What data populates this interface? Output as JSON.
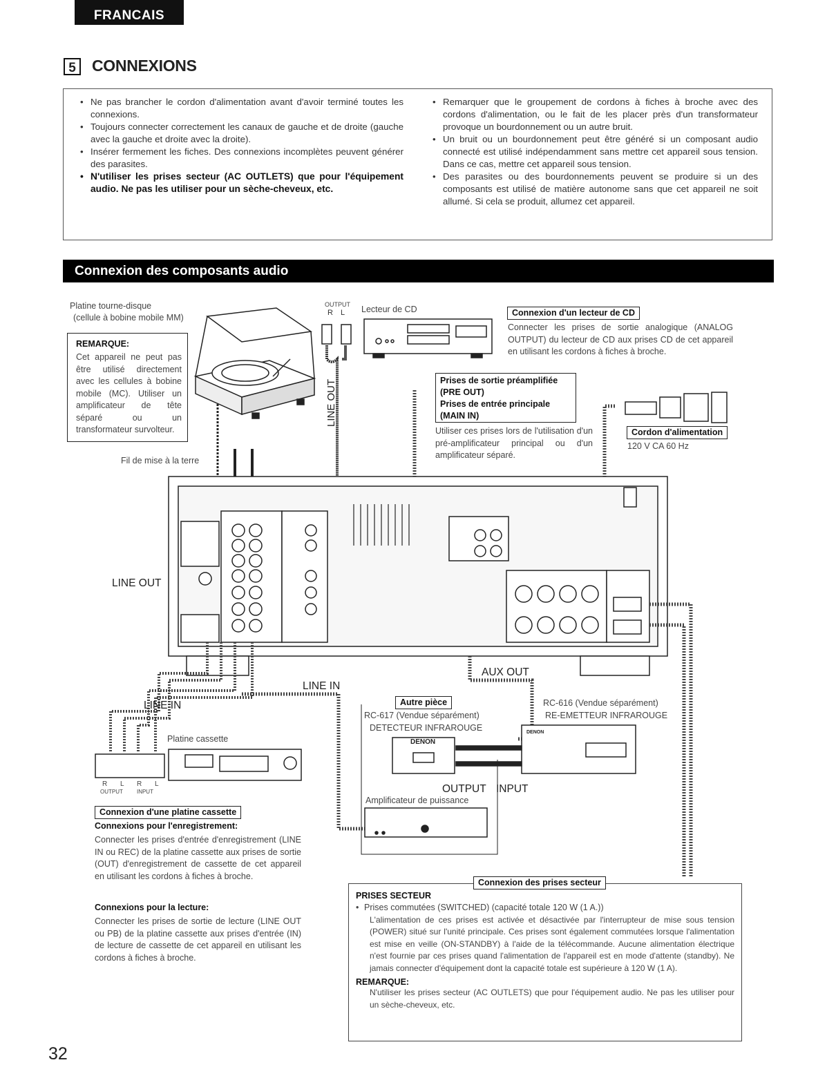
{
  "header": {
    "language": "FRANCAIS",
    "section_number": "5",
    "section_title": "CONNEXIONS"
  },
  "notes": {
    "left": [
      "Ne pas brancher le cordon d'alimentation avant d'avoir terminé toutes les connexions.",
      "Toujours connecter correctement les canaux de gauche et de droite (gauche avec la gauche et droite avec la droite).",
      "Insérer fermement les fiches. Des connexions incomplètes peuvent générer des parasites."
    ],
    "left_bold": "N'utiliser les prises secteur (AC OUTLETS) que pour l'équipement audio. Ne pas les utiliser pour un sèche-cheveux, etc.",
    "right": [
      "Remarquer que le groupement de cordons à fiches à broche avec des cordons d'alimentation, ou le fait de les placer près d'un transformateur provoque un bourdonnement ou un autre bruit.",
      "Un bruit ou un bourdonnement peut être généré si un composant audio connecté est utilisé indépendamment sans mettre cet appareil sous tension. Dans ce cas, mettre cet appareil sous tension.",
      "Des parasites ou des bourdonnements peuvent se produire si un des composants est utilisé de matière autonome sans que cet appareil ne soit allumé. Si cela se produit, allumez cet appareil."
    ]
  },
  "band_title": "Connexion des composants audio",
  "turntable": {
    "label1": "Platine tourne-disque",
    "label2": "(cellule à bobine mobile MM)",
    "remark_title": "REMARQUE:",
    "remark_text": "Cet appareil ne peut pas être utilisé directement avec les cellules à bobine mobile (MC). Utiliser un amplificateur de tête séparé ou un transformateur survolteur.",
    "ground": "Fil de mise à la terre"
  },
  "cd": {
    "output": "OUTPUT",
    "rl": "R L",
    "label": "Lecteur de CD",
    "box": "Connexion d'un lecteur de CD",
    "text": "Connecter les prises de sortie analogique (ANALOG OUTPUT) du lecteur de CD aux prises CD de cet appareil en utilisant les cordons à fiches à broche."
  },
  "preout": {
    "line1": "Prises de sortie préamplifiée",
    "line2": "(PRE OUT)",
    "line3": "Prises de entrée principale",
    "line4": "(MAIN IN)",
    "text": "Utiliser ces prises lors de l'utilisation d'un pré-amplificateur principal ou d'un amplificateur séparé."
  },
  "power": {
    "box": "Cordon d'alimentation",
    "spec": "120 V CA 60 Hz"
  },
  "labels": {
    "line_out_vert": "LINE OUT",
    "line_out": "LINE OUT",
    "line_in_left": "LINE IN",
    "line_in": "LINE IN",
    "aux_out": "AUX OUT",
    "output": "OUTPUT",
    "input": "INPUT"
  },
  "cassette": {
    "label": "Platine cassette",
    "rl": "R L R L",
    "io": "OUTPUT INPUT",
    "box": "Connexion d'une platine cassette",
    "rec_title": "Connexions pour l'enregistrement:",
    "rec_text": "Connecter les prises d'entrée d'enregistrement (LINE IN ou REC) de la platine cassette aux prises de sortie (OUT) d'enregistrement de cassette de cet appareil en utilisant les cordons à fiches à broche.",
    "play_title": "Connexions pour la lecture:",
    "play_text": "Connecter les prises de sortie de lecture (LINE OUT ou PB) de la platine cassette aux prises d'entrée (IN) de lecture de cassette de cet appareil en utilisant les cordons à fiches à broche."
  },
  "remote": {
    "box": "Autre pièce",
    "rc617": "RC-617 (Vendue séparément)",
    "detector": "DETECTEUR INFRAROUGE",
    "rc616": "RC-616 (Vendue séparément)",
    "emitter": "RE-EMETTEUR INFRAROUGE",
    "brand": "DENON",
    "amp": "Amplificateur de puissance"
  },
  "ac": {
    "box": "Connexion des prises secteur",
    "title": "PRISES SECTEUR",
    "item": "Prises commutées (SWITCHED) (capacité totale 120 W (1 A.))",
    "text": "L'alimentation de ces prises est activée et désactivée par l'interrupteur de mise sous tension (POWER) situé sur l'unité principale. Ces prises sont également commutées lorsque l'alimentation est mise en veille (ON-STANDBY) à l'aide de la télécommande. Aucune alimentation électrique n'est fournie par ces prises quand l'alimentation de l'appareil est en mode d'attente (standby). Ne jamais connecter d'équipement dont la capacité totale est supérieure à 120 W (1 A).",
    "remark_title": "REMARQUE:",
    "remark_text": "N'utiliser les prises secteur (AC OUTLETS) que pour l'équipement audio. Ne pas les utiliser pour un sèche-cheveux, etc."
  },
  "page_number": "32"
}
